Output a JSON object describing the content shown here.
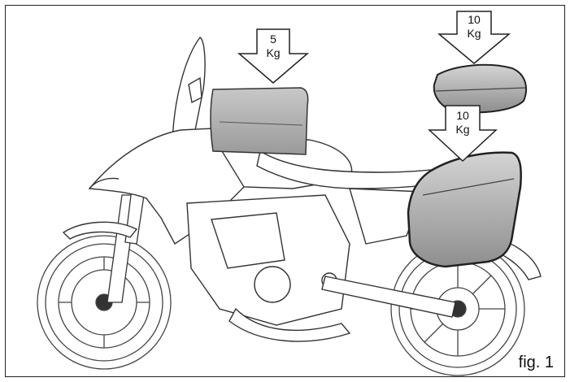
{
  "figure": {
    "caption": "fig. 1",
    "tank_bag_load": {
      "value": "5",
      "unit": "Kg"
    },
    "top_case_load": {
      "value": "10",
      "unit": "Kg"
    },
    "side_case_load": {
      "value": "10",
      "unit": "Kg"
    }
  }
}
